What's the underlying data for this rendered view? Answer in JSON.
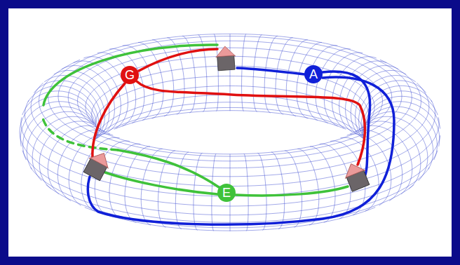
{
  "diagram": {
    "nodes": [
      {
        "text": [
          "G"
        ]
      },
      {
        "text": [
          "A"
        ]
      },
      {
        "text": [
          "E"
        ]
      }
    ]
  }
}
